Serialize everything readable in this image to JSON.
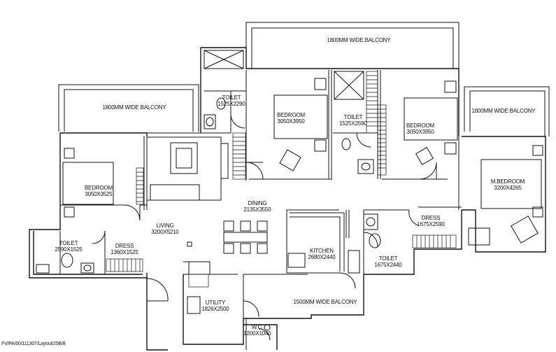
{
  "rooms": {
    "balcony_top": {
      "name": "1800MM WIDE BALCONY"
    },
    "balcony_left": {
      "name": "1800MM WIDE BALCONY"
    },
    "balcony_right": {
      "name": "1800MM WIDE BALCONY"
    },
    "balcony_bottom": {
      "name": "1500MM WIDE BALCONY"
    },
    "toilet_top": {
      "name": "TOILET",
      "size": "1525X2290"
    },
    "bedroom_center": {
      "name": "BEDROOM",
      "size": "3050X3950"
    },
    "toilet_mid": {
      "name": "TOILET",
      "size": "1525X2590"
    },
    "bedroom_right": {
      "name": "BEDROOM",
      "size": "3050X3950"
    },
    "master_bedroom": {
      "name": "M.BEDROOM",
      "size": "3200X4265"
    },
    "bedroom_left": {
      "name": "BEDROOM",
      "size": "3050X3525"
    },
    "dining": {
      "name": "DINING",
      "size": "2135X3550"
    },
    "living": {
      "name": "LIVING",
      "size": "3200X5210"
    },
    "dress_right": {
      "name": "DRESS",
      "size": "1675X2590"
    },
    "toilet_left": {
      "name": "TOILET",
      "size": "2590X1525"
    },
    "dress_left": {
      "name": "DRESS",
      "size": "1360X1525"
    },
    "kitchen": {
      "name": "KITCHEN",
      "size": "2680X2440"
    },
    "toilet_right": {
      "name": "TOILET",
      "size": "1675X2440"
    },
    "utility": {
      "name": "UTILITY",
      "size": "1826X2500"
    },
    "wc": {
      "name": "W.C.",
      "size": "1200X1040"
    }
  },
  "footer": {
    "code": "FV/PA/00/111307/Layout/25B/8"
  }
}
